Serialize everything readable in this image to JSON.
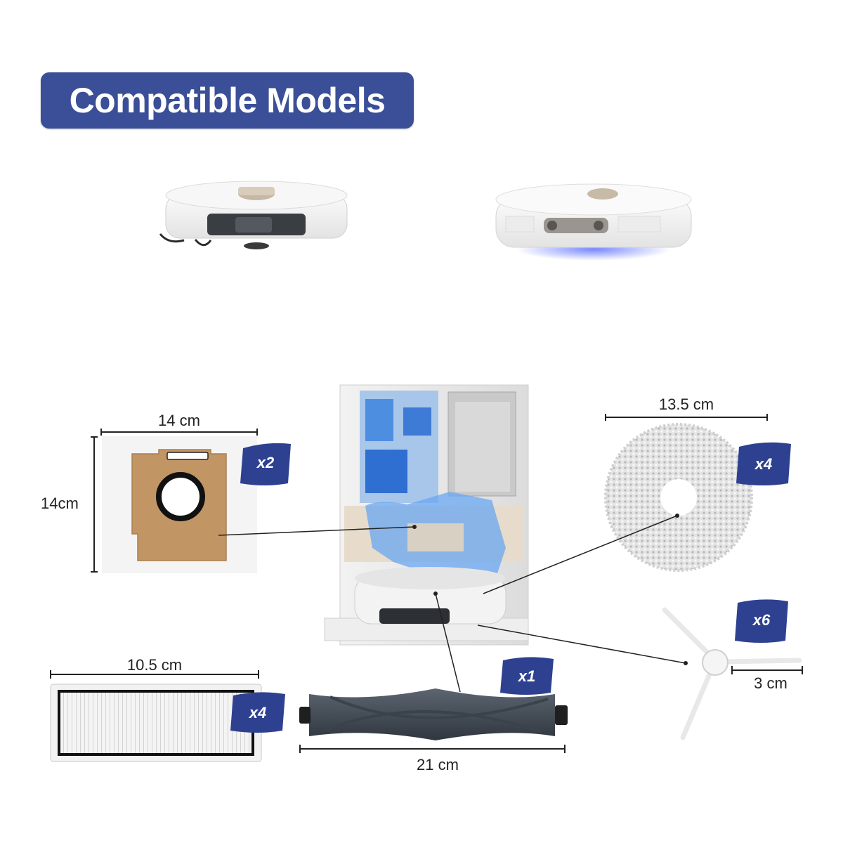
{
  "title": "Compatible Models",
  "dimensions": {
    "bag_width": "14 cm",
    "bag_height": "14cm",
    "mop_width": "13.5 cm",
    "filter_width": "10.5 cm",
    "roller_width": "21 cm",
    "side_brush_width": "3 cm"
  },
  "quantities": {
    "bag": "x2",
    "mop": "x4",
    "side_brush": "x6",
    "roller": "x1",
    "filter": "x4"
  },
  "colors": {
    "title_bg": "#3a4f97",
    "badge_bg": "#2e4190",
    "bag": "#c29565"
  }
}
